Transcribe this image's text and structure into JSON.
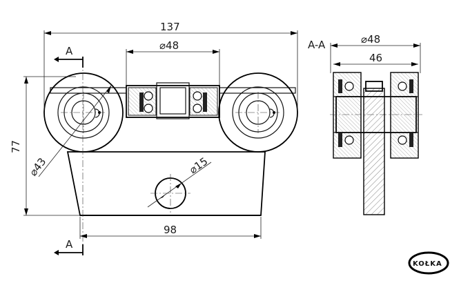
{
  "dimensions": {
    "overall_width": "137",
    "roller_spacing_diameter": "⌀48",
    "height": "77",
    "wheel_diameter": "⌀43",
    "hole_diameter": "⌀15",
    "base_width": "98",
    "section_diameter": "⌀48",
    "section_width": "46"
  },
  "section": {
    "marker_top": "A",
    "marker_bottom": "A",
    "view_label": "A-A"
  },
  "logo": {
    "text": "KOŁKA"
  },
  "colors": {
    "line": "#111111",
    "hatch": "#555555",
    "background": "#ffffff"
  }
}
